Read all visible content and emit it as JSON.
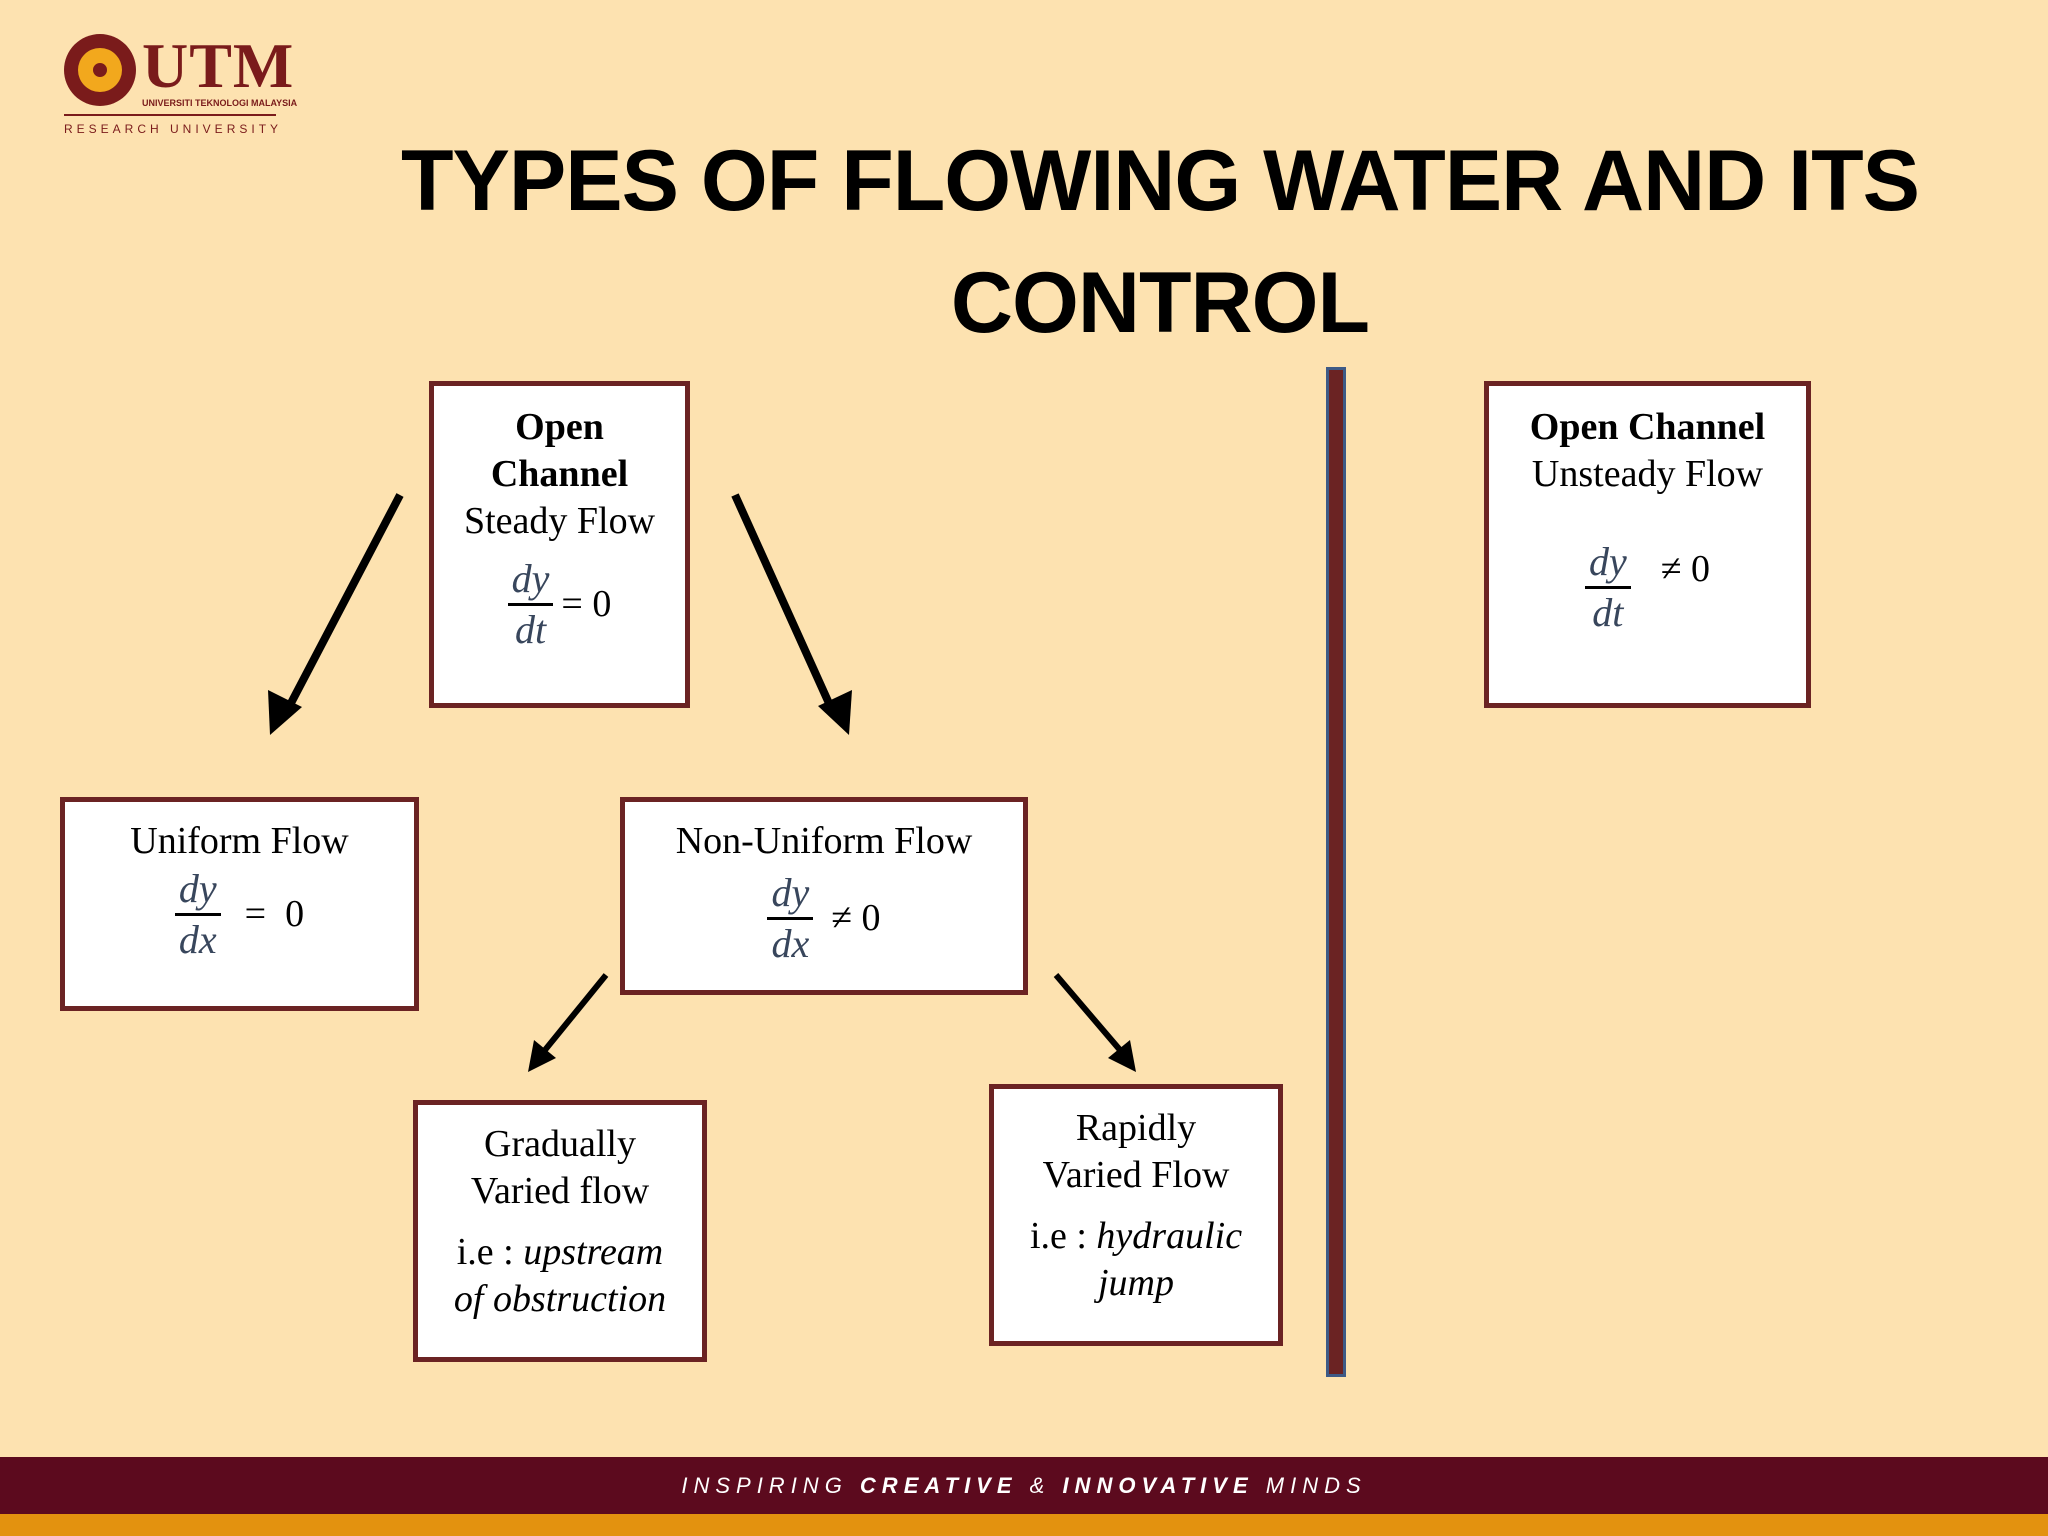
{
  "logo": {
    "name": "UTM",
    "subtitle": "UNIVERSITI TEKNOLOGI MALAYSIA",
    "tagline": "RESEARCH UNIVERSITY"
  },
  "title": {
    "line1": "TYPES OF FLOWING WATER AND ITS",
    "line2": "CONTROL"
  },
  "steady_box": {
    "line1": "Open",
    "line2": "Channel",
    "line3": "Steady Flow",
    "numerator": "dy",
    "denominator": "dt",
    "relation": "= 0"
  },
  "unsteady_box": {
    "line1": "Open Channel",
    "line2": "Unsteady Flow",
    "numerator": "dy",
    "denominator": "dt",
    "relation": "≠ 0"
  },
  "uniform_box": {
    "label": "Uniform Flow",
    "numerator": "dy",
    "denominator": "dx",
    "relation": "=  0"
  },
  "nonuniform_box": {
    "label": "Non-Uniform Flow",
    "numerator": "dy",
    "denominator": "dx",
    "relation": "≠ 0"
  },
  "gradually_box": {
    "line1": "Gradually",
    "line2": "Varied flow",
    "example_prefix": "i.e : ",
    "example_line1": "upstream",
    "example_line2": "of obstruction"
  },
  "rapidly_box": {
    "line1": "Rapidly",
    "line2": "Varied Flow",
    "example_prefix": "i.e : ",
    "example_line1": "hydraulic",
    "example_line2": "jump"
  },
  "footer": {
    "part1": "INSPIRING ",
    "part2": "CREATIVE",
    "part3": " & ",
    "part4": "INNOVATIVE",
    "part5": " MINDS"
  },
  "colors": {
    "background": "#fde2b0",
    "box_border": "#6b2323",
    "footer_bar": "#5c0a1e",
    "footer_stripe": "#e3920f"
  }
}
